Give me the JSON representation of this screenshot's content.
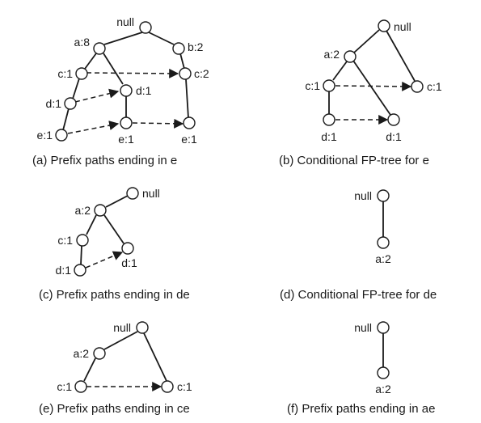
{
  "panels": [
    {
      "caption": "(a) Prefix paths ending in e",
      "nodes": [
        {
          "id": "root",
          "label": "null"
        },
        {
          "id": "a",
          "label": "a:8"
        },
        {
          "id": "b",
          "label": "b:2"
        },
        {
          "id": "c1",
          "label": "c:1"
        },
        {
          "id": "c2",
          "label": "c:2"
        },
        {
          "id": "d1",
          "label": "d:1"
        },
        {
          "id": "d2",
          "label": "d:1"
        },
        {
          "id": "e1",
          "label": "e:1"
        },
        {
          "id": "e2",
          "label": "e:1"
        },
        {
          "id": "e3",
          "label": "e:1"
        }
      ]
    },
    {
      "caption": "(b) Conditional FP-tree for e",
      "nodes": [
        {
          "id": "root",
          "label": "null"
        },
        {
          "id": "a",
          "label": "a:2"
        },
        {
          "id": "c1",
          "label": "c:1"
        },
        {
          "id": "c2",
          "label": "c:1"
        },
        {
          "id": "d1",
          "label": "d:1"
        },
        {
          "id": "d2",
          "label": "d:1"
        }
      ]
    },
    {
      "caption": "(c) Prefix paths ending in de",
      "nodes": [
        {
          "id": "root",
          "label": "null"
        },
        {
          "id": "a",
          "label": "a:2"
        },
        {
          "id": "c",
          "label": "c:1"
        },
        {
          "id": "d1",
          "label": "d:1"
        },
        {
          "id": "d2",
          "label": "d:1"
        }
      ]
    },
    {
      "caption": "(d) Conditional FP-tree for de",
      "nodes": [
        {
          "id": "root",
          "label": "null"
        },
        {
          "id": "a",
          "label": "a:2"
        }
      ]
    },
    {
      "caption": "(e) Prefix paths ending in ce",
      "nodes": [
        {
          "id": "root",
          "label": "null"
        },
        {
          "id": "a",
          "label": "a:2"
        },
        {
          "id": "c1",
          "label": "c:1"
        },
        {
          "id": "c2",
          "label": "c:1"
        }
      ]
    },
    {
      "caption": "(f) Prefix paths ending in ae",
      "nodes": [
        {
          "id": "root",
          "label": "null"
        },
        {
          "id": "a",
          "label": "a:2"
        }
      ]
    }
  ]
}
